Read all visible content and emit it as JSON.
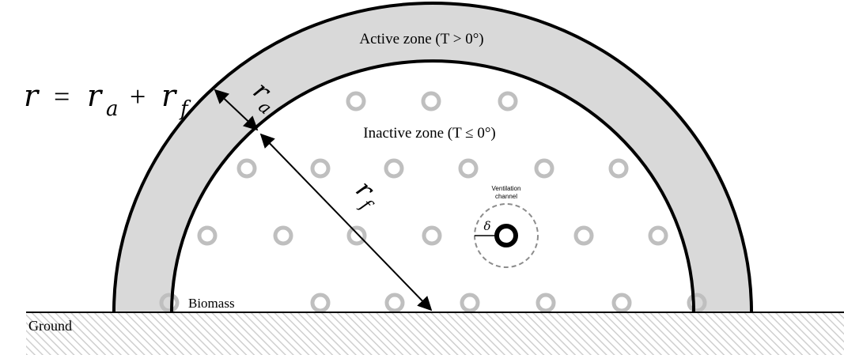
{
  "labels": {
    "active_zone": "Active zone (T > 0°)",
    "inactive_zone": "Inactive zone (T ≤ 0°)",
    "equation_lhs": "r",
    "equation_eq": "=",
    "equation_rhs_a": "r",
    "equation_rhs_a_sub": "a",
    "equation_plus": "+",
    "equation_rhs_f": "r",
    "equation_rhs_f_sub": "f",
    "r_a": "r",
    "r_a_sub": "a",
    "r_f": "r",
    "r_f_sub": "f",
    "ventilation_line1": "Ventilation",
    "ventilation_line2": "channel",
    "delta": "δ",
    "biomass": "Biomass",
    "ground": "Ground"
  },
  "colors": {
    "active_zone_fill": "#d9d9d9",
    "outline": "#000000",
    "biomass_circle": "#bfbfbf",
    "channel_dash": "#8c8c8c",
    "ground_hatch": "#cfcfcf"
  }
}
